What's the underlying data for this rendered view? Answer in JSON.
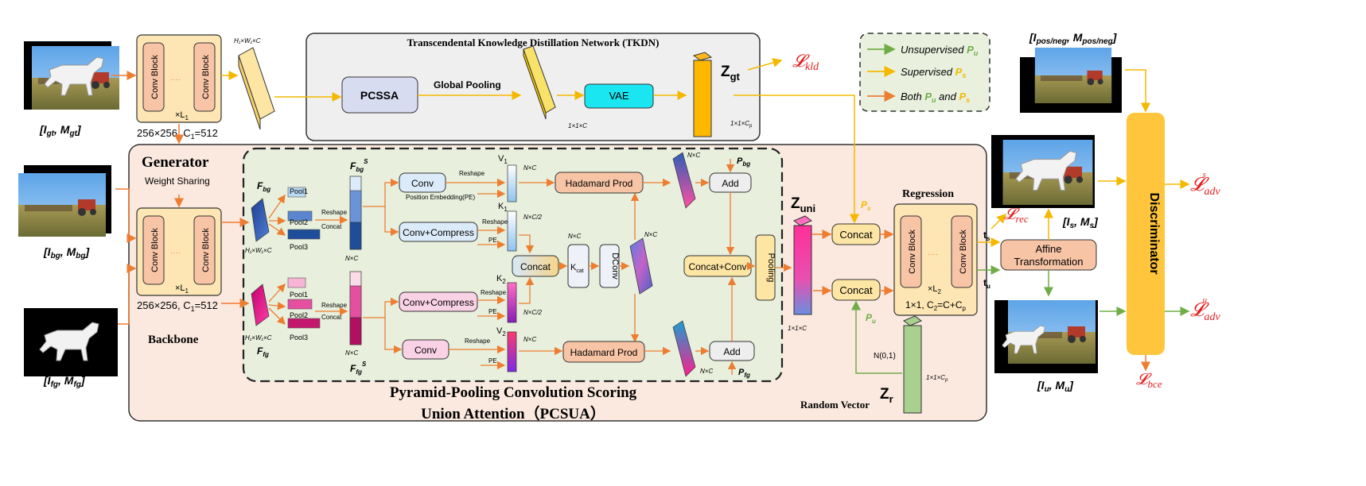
{
  "inputs": {
    "gt": "[I",
    "gt_sub": "gt",
    "gt_m": "M",
    "bg": "[I",
    "bg_sub": "bg",
    "fg": "[I",
    "fg_sub": "fg",
    "posneg": "[I",
    "posneg_sub": "pos/neg",
    "s_sub": "s",
    "u_sub": "u",
    "close": "]",
    "comma": ",  "
  },
  "backbone": {
    "conv_block": "Conv Block",
    "dots": "····",
    "times_l1": "×L",
    "l1_sub": "1",
    "dims": "256×256,  C",
    "dims_tail": "=512",
    "label": "Backbone",
    "generator": "Generator",
    "weight_sharing": "Weight Sharing"
  },
  "tkdn": {
    "title": "Transcendental Knowledge Distillation Network (TKDN)",
    "pcssa": "PCSSA",
    "global_pooling": "Global Pooling",
    "vae": "VAE",
    "feat_dim": "H",
    "feat_dim_full": "H₁×W₁×C",
    "vec_dim": "1×1×C",
    "zgt": "Z",
    "zgt_sub": "gt",
    "zgt_dim": "1×1×C",
    "zgt_dim_sub": "p",
    "loss_kld": "kld"
  },
  "legend": {
    "unsupervised": "Unsupervised ",
    "supervised": "Supervised ",
    "both": "Both ",
    "and": " and ",
    "p": "P",
    "u": "u",
    "s": "s",
    "colors": {
      "green": "#70ad47",
      "yellow": "#f5b800",
      "orange": "#ed7d31"
    }
  },
  "pcsua": {
    "title_line1": "Pyramid-Pooling Convolution Scoring",
    "title_line2": "Union Attention（PCSUA）",
    "f_bg": "F",
    "f_bg_sub": "bg",
    "f_fg": "F",
    "f_fg_sub": "fg",
    "f_s": "S",
    "hwc": "H₁×W₁×C",
    "pool1": "Pool1",
    "pool2": "Pool2",
    "pool3": "Pool3",
    "reshape": "Reshape",
    "concat_small": "Concat",
    "nxc": "N×C",
    "nxc2": "N×C/2",
    "conv": "Conv",
    "conv_compress": "Conv+Compress",
    "pos_embed": "Position Embedding(PE)",
    "pe": "PE",
    "v1": "V",
    "v1_sub": "1",
    "k1": "K",
    "k1_sub": "1",
    "k2": "K",
    "k2_sub": "2",
    "v2": "V",
    "v2_sub": "2",
    "concat": "Concat",
    "kcat": "K",
    "kcat_sub": "cat",
    "dconv": "DConv",
    "hadamard": "Hadamard Prod",
    "add": "Add",
    "p_bg": "P",
    "p_bg_sub": "bg",
    "p_fg": "P",
    "p_fg_sub": "fg",
    "concat_conv": "Concat+Conv",
    "pooling": "Pooling"
  },
  "right": {
    "zuni": "Z",
    "zuni_sub": "uni",
    "zuni_dim": "1×1×C",
    "concat": "Concat",
    "ps": "P",
    "ps_sub": "s",
    "pu": "P",
    "pu_sub": "u",
    "regression": "Regression",
    "times_l2": "×L",
    "l2_sub": "2",
    "reg_dims": "1×1,  C",
    "reg_dims_tail": "=C+C",
    "reg_dims_c2": "2",
    "reg_dims_p": "p",
    "ts": "t",
    "ts_sub": "s",
    "tu": "t",
    "tu_sub": "u",
    "affine": "Affine Transformation",
    "affine_l1": "Affine",
    "affine_l2": "Transformation",
    "loss_rec": "rec",
    "normal": "N(0,1)",
    "zr": "Z",
    "zr_sub": "r",
    "zr_dim": "1×1×C",
    "zr_dim_sub": "p",
    "random_vector": "Random Vector",
    "discriminator": "Discriminator",
    "loss_adv": "adv",
    "loss_bce": "bce",
    "sup_s": "s",
    "sup_u": "u"
  }
}
